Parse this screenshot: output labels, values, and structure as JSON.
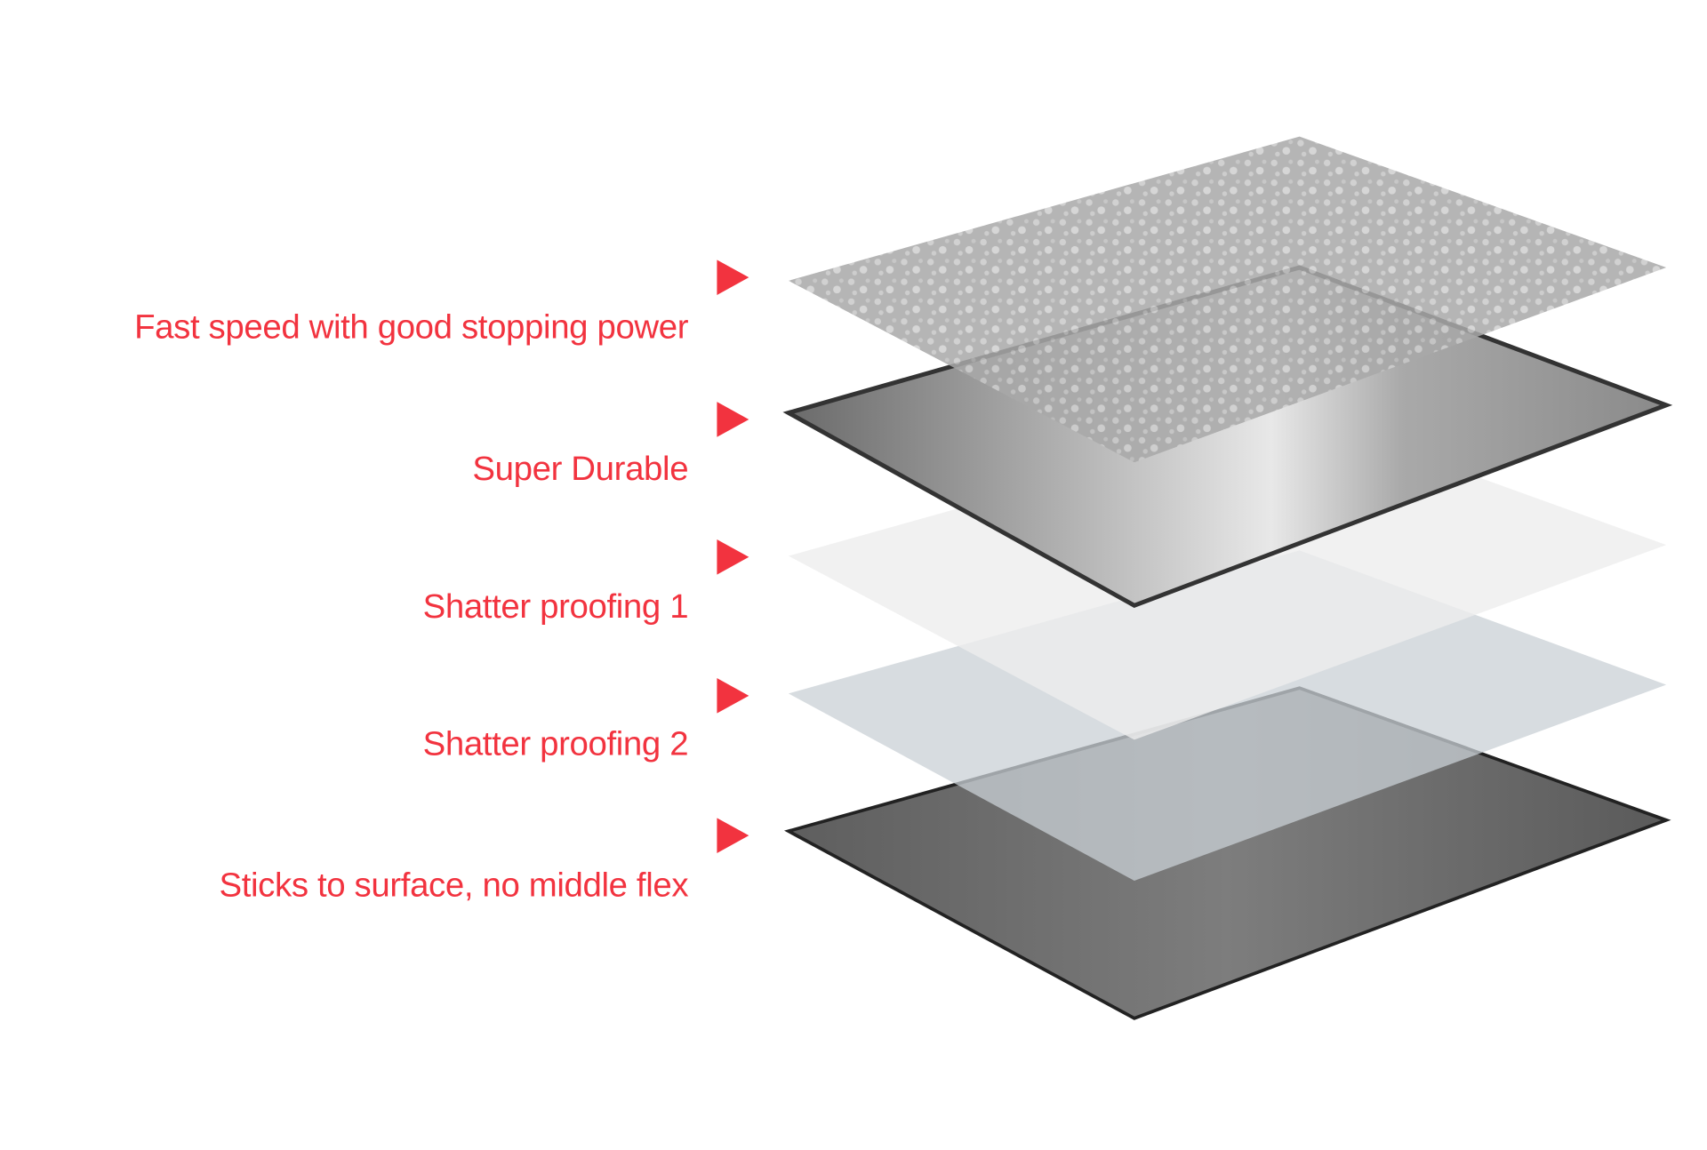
{
  "layers": [
    {
      "label": "Fast speed with good stopping power"
    },
    {
      "label": "Super Durable"
    },
    {
      "label": "Shatter proofing 1"
    },
    {
      "label": "Shatter proofing 2"
    },
    {
      "label": "Sticks to surface, no middle flex"
    }
  ],
  "colors": {
    "accent": "#f2333f"
  }
}
